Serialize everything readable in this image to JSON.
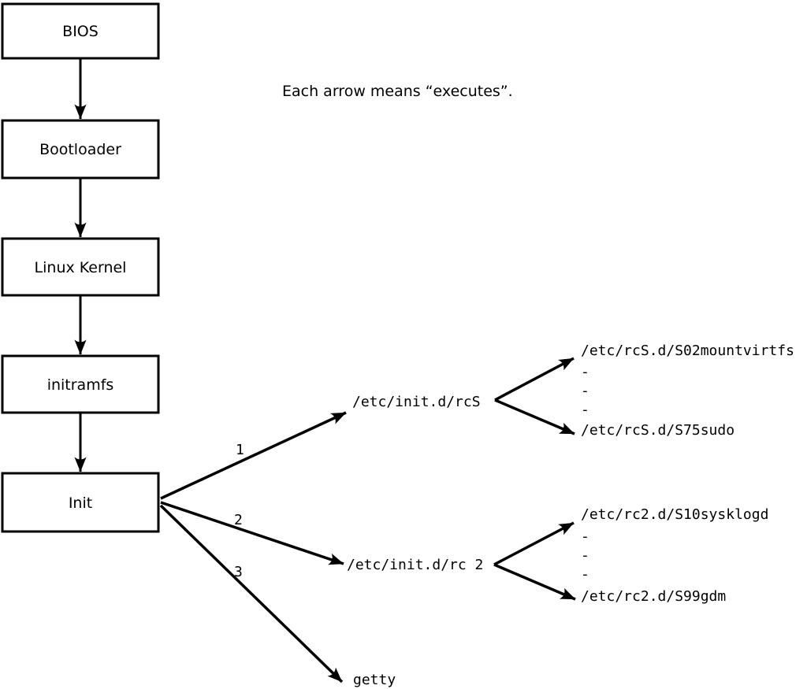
{
  "caption": "Each arrow means “executes”.",
  "boot_chain": [
    {
      "label": "BIOS"
    },
    {
      "label": "Bootloader"
    },
    {
      "label": "Linux Kernel"
    },
    {
      "label": "initramfs"
    },
    {
      "label": "Init"
    }
  ],
  "branches": [
    {
      "number": "1",
      "target": "/etc/init.d/rcS"
    },
    {
      "number": "2",
      "target": "/etc/init.d/rc 2"
    },
    {
      "number": "3",
      "target": "getty"
    }
  ],
  "rcS_scripts": {
    "first": "/etc/rcS.d/S02mountvirtfs",
    "dashes": [
      "-",
      "-",
      "-"
    ],
    "last": "/etc/rcS.d/S75sudo"
  },
  "rc2_scripts": {
    "first": "/etc/rc2.d/S10sysklogd",
    "dashes": [
      "-",
      "-",
      "-"
    ],
    "last": "/etc/rc2.d/S99gdm"
  },
  "colors": {
    "ink": "#000000",
    "background": "#ffffff"
  }
}
